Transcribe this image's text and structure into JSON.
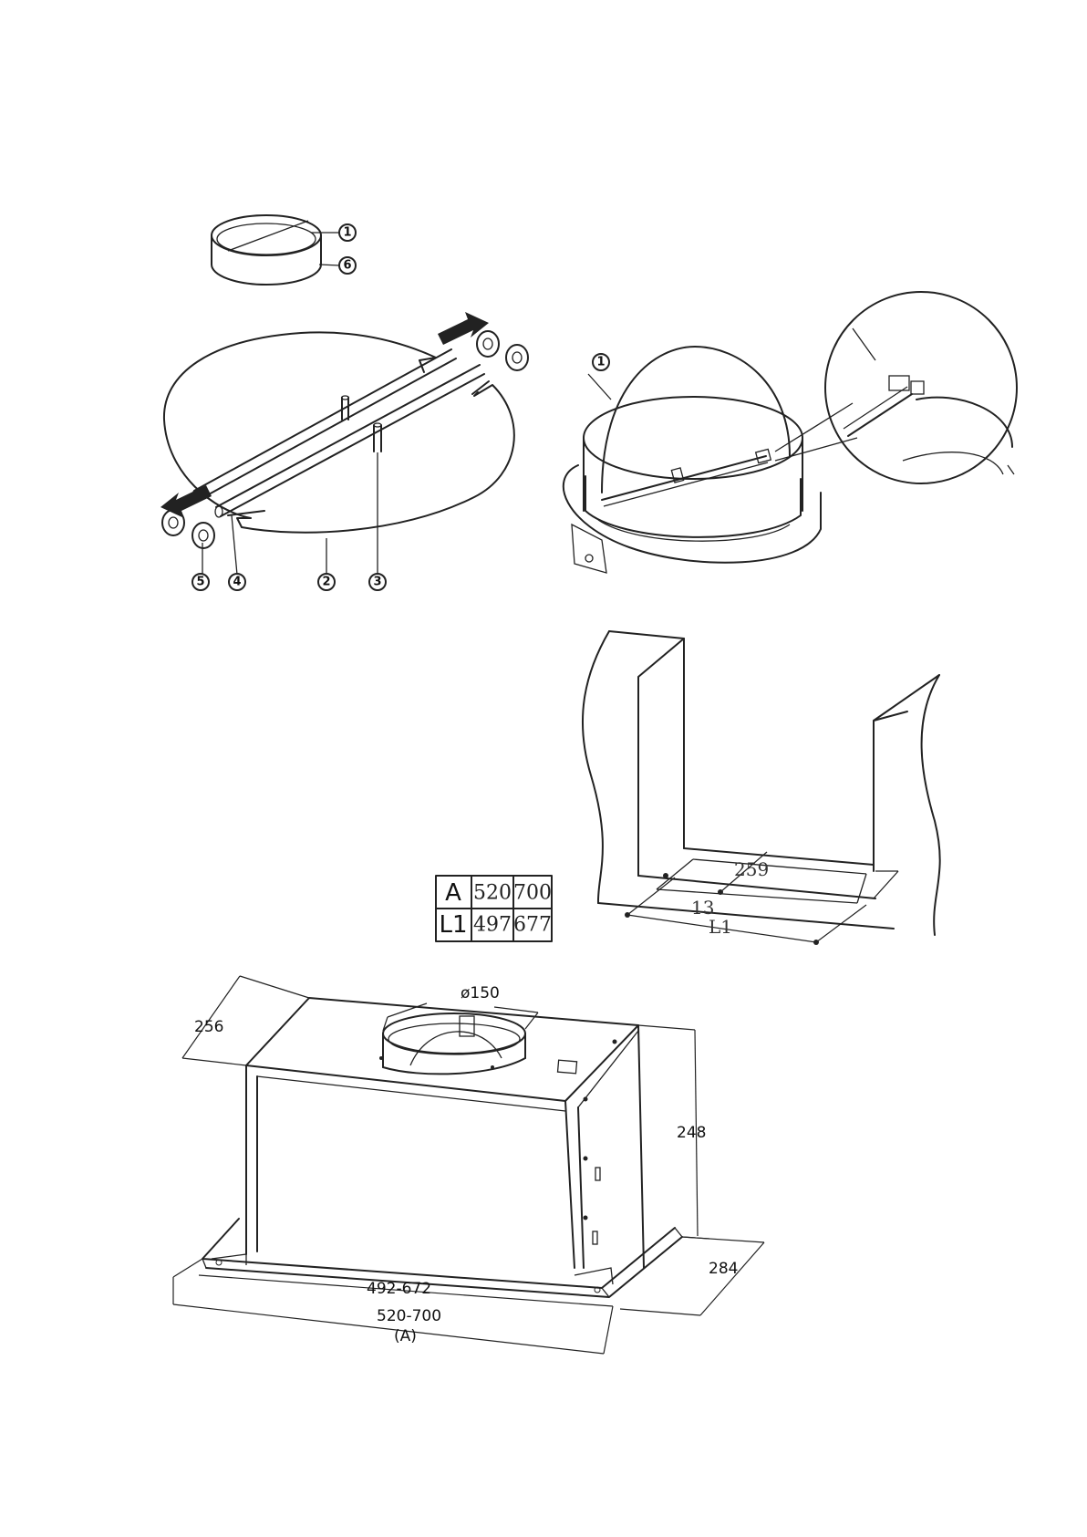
{
  "callouts": {
    "lid_top": "1",
    "lid_ring": "6",
    "part_5": "5",
    "part_4": "4",
    "part_2": "2",
    "part_3": "3",
    "valve_flange": "1"
  },
  "cutout": {
    "dim_259": "259",
    "dim_13": "13",
    "dim_l1": "L1"
  },
  "size_table": {
    "rows": [
      {
        "label": "A",
        "v1": "520",
        "v2": "700"
      },
      {
        "label": "L1",
        "v1": "497",
        "v2": "677"
      }
    ]
  },
  "hood": {
    "dim_outlet": "ø150",
    "dim_depth_top": "256",
    "dim_height": "248",
    "dim_depth_bottom": "284",
    "dim_inner_width": "492-672",
    "dim_outer_width": "520-700",
    "width_label": "(A)"
  }
}
